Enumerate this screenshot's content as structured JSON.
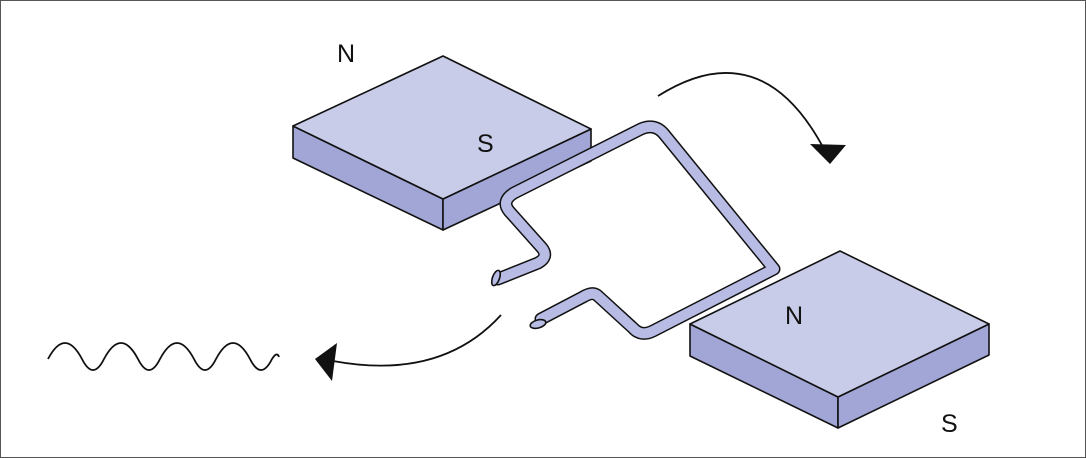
{
  "labels": {
    "magnet_left_top": "N",
    "magnet_left_bottom": "S",
    "magnet_right_top": "N",
    "magnet_right_bottom": "S"
  },
  "colors": {
    "magnet_top": "#c8cce8",
    "magnet_side": "#a2a6d6",
    "coil": "#b8bce4",
    "outline": "#111111"
  },
  "icons": {
    "rotation_arrow": "curved-arrow-clockwise",
    "output_arrow": "curved-arrow-left",
    "output_wave": "alternating-current-wave"
  }
}
